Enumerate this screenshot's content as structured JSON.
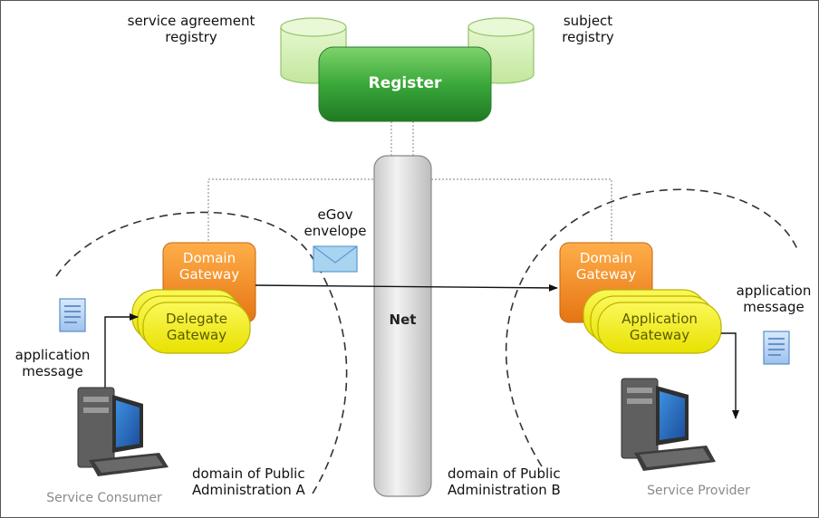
{
  "labels": {
    "service_agreement_registry": [
      "service agreement",
      "registry"
    ],
    "subject_registry": [
      "subject",
      "registry"
    ],
    "register": "Register",
    "net": "Net",
    "egov_envelope": [
      "eGov",
      "envelope"
    ],
    "domain_gateway_left": [
      "Domain",
      "Gateway"
    ],
    "domain_gateway_right": [
      "Domain",
      "Gateway"
    ],
    "delegate_gateway": [
      "Delegate",
      "Gateway"
    ],
    "application_gateway": [
      "Application",
      "Gateway"
    ],
    "application_message_left": [
      "application",
      "message"
    ],
    "application_message_right": [
      "application",
      "message"
    ],
    "domain_a": [
      "domain of Public",
      "Administration A"
    ],
    "domain_b": [
      "domain of Public",
      "Administration B"
    ],
    "service_consumer": "Service Consumer",
    "service_provider": "Service Provider"
  },
  "colors": {
    "register_green": "#3aa83a",
    "registry_green": "#cfeeb0",
    "domain_gateway_orange": "#f28a1e",
    "app_gateway_yellow": "#f6f21c",
    "net_gray": "#dcdcdc",
    "envelope_blue": "#a8d4f0"
  },
  "icons": {
    "document": "document-icon",
    "envelope": "envelope-icon",
    "computer": "computer-icon",
    "database": "database-icon"
  }
}
